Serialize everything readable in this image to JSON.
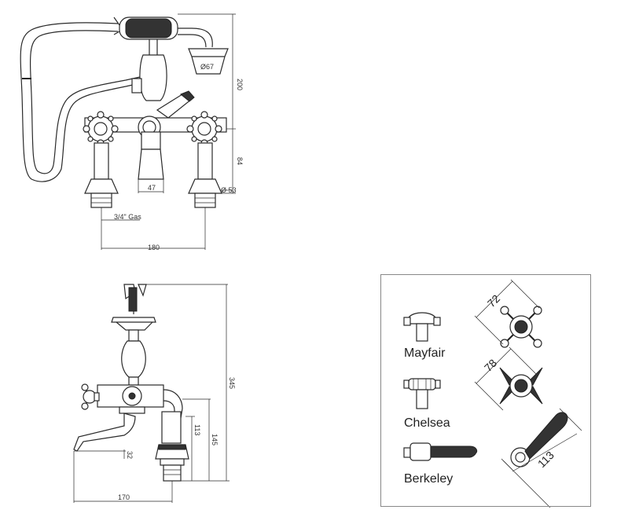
{
  "top_view": {
    "dim_handset_dia": "Ø67",
    "dim_height": "200",
    "dim_height2": "84",
    "dim_spout": "47",
    "dim_base_dia": "Ø 53",
    "dim_thread": "3/4\" Gas",
    "dim_centres": "180"
  },
  "side_view": {
    "dim_total_height": "345",
    "dim_height_145": "145",
    "dim_height_113": "113",
    "dim_spout_drop": "32",
    "dim_reach": "170"
  },
  "handle_panel": {
    "mayfair_label": "Mayfair",
    "chelsea_label": "Chelsea",
    "berkeley_label": "Berkeley",
    "dim_mayfair": "72",
    "dim_chelsea": "78",
    "dim_berkeley": "113"
  }
}
